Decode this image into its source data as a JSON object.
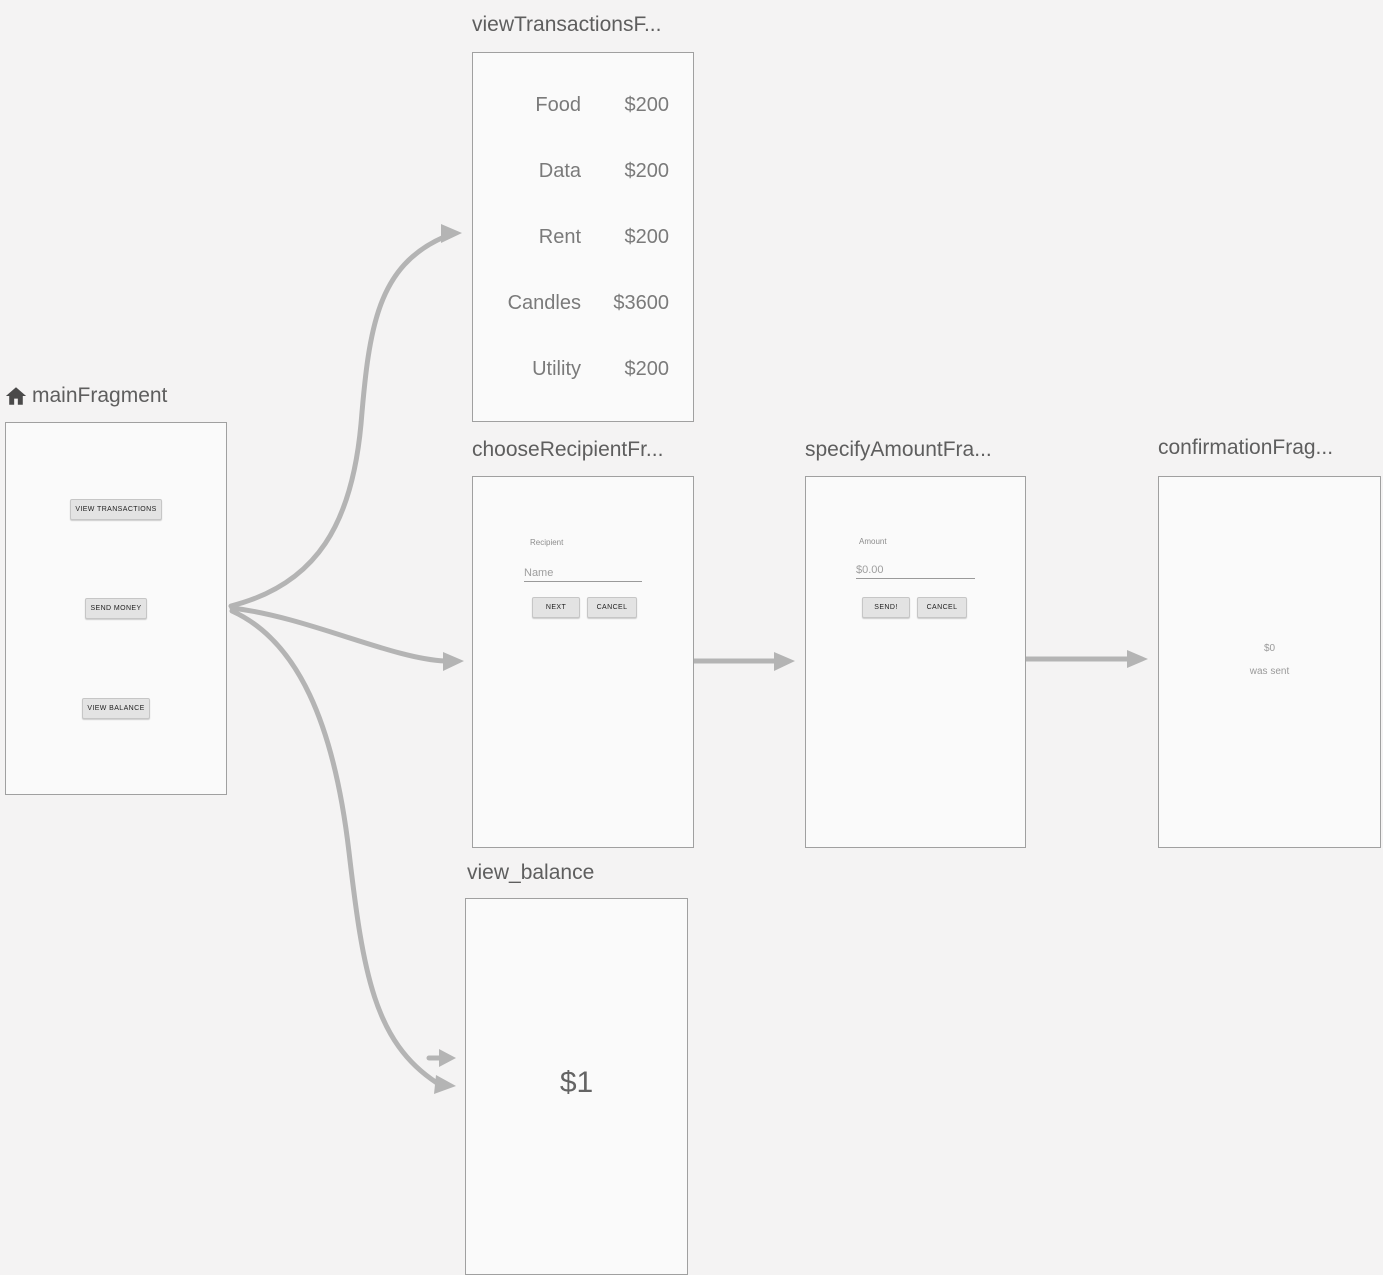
{
  "colors": {
    "background": "#f4f3f3",
    "panel_bg": "#fafafa",
    "panel_border": "#a0a0a0",
    "arrow": "#b4b4b4",
    "title_text": "#5e5e5e",
    "content_text": "#7a7a7a"
  },
  "fragments": {
    "main": {
      "title": "mainFragment",
      "is_start_destination": true,
      "buttons": {
        "view_transactions": "VIEW TRANSACTIONS",
        "send_money": "SEND MONEY",
        "view_balance": "VIEW BALANCE"
      }
    },
    "view_transactions": {
      "title": "viewTransactionsF...",
      "transactions": [
        {
          "label": "Food",
          "amount": "$200"
        },
        {
          "label": "Data",
          "amount": "$200"
        },
        {
          "label": "Rent",
          "amount": "$200"
        },
        {
          "label": "Candles",
          "amount": "$3600"
        },
        {
          "label": "Utility",
          "amount": "$200"
        }
      ]
    },
    "choose_recipient": {
      "title": "chooseRecipientFr...",
      "field_label": "Recipient",
      "input_placeholder": "Name",
      "next_button": "NEXT",
      "cancel_button": "CANCEL"
    },
    "specify_amount": {
      "title": "specifyAmountFra...",
      "field_label": "Amount",
      "input_placeholder": "$0.00",
      "send_button": "SEND!",
      "cancel_button": "CANCEL"
    },
    "confirmation": {
      "title": "confirmationFrag...",
      "amount": "$0",
      "message": "was sent"
    },
    "view_balance": {
      "title": "view_balance",
      "balance": "$1"
    }
  }
}
